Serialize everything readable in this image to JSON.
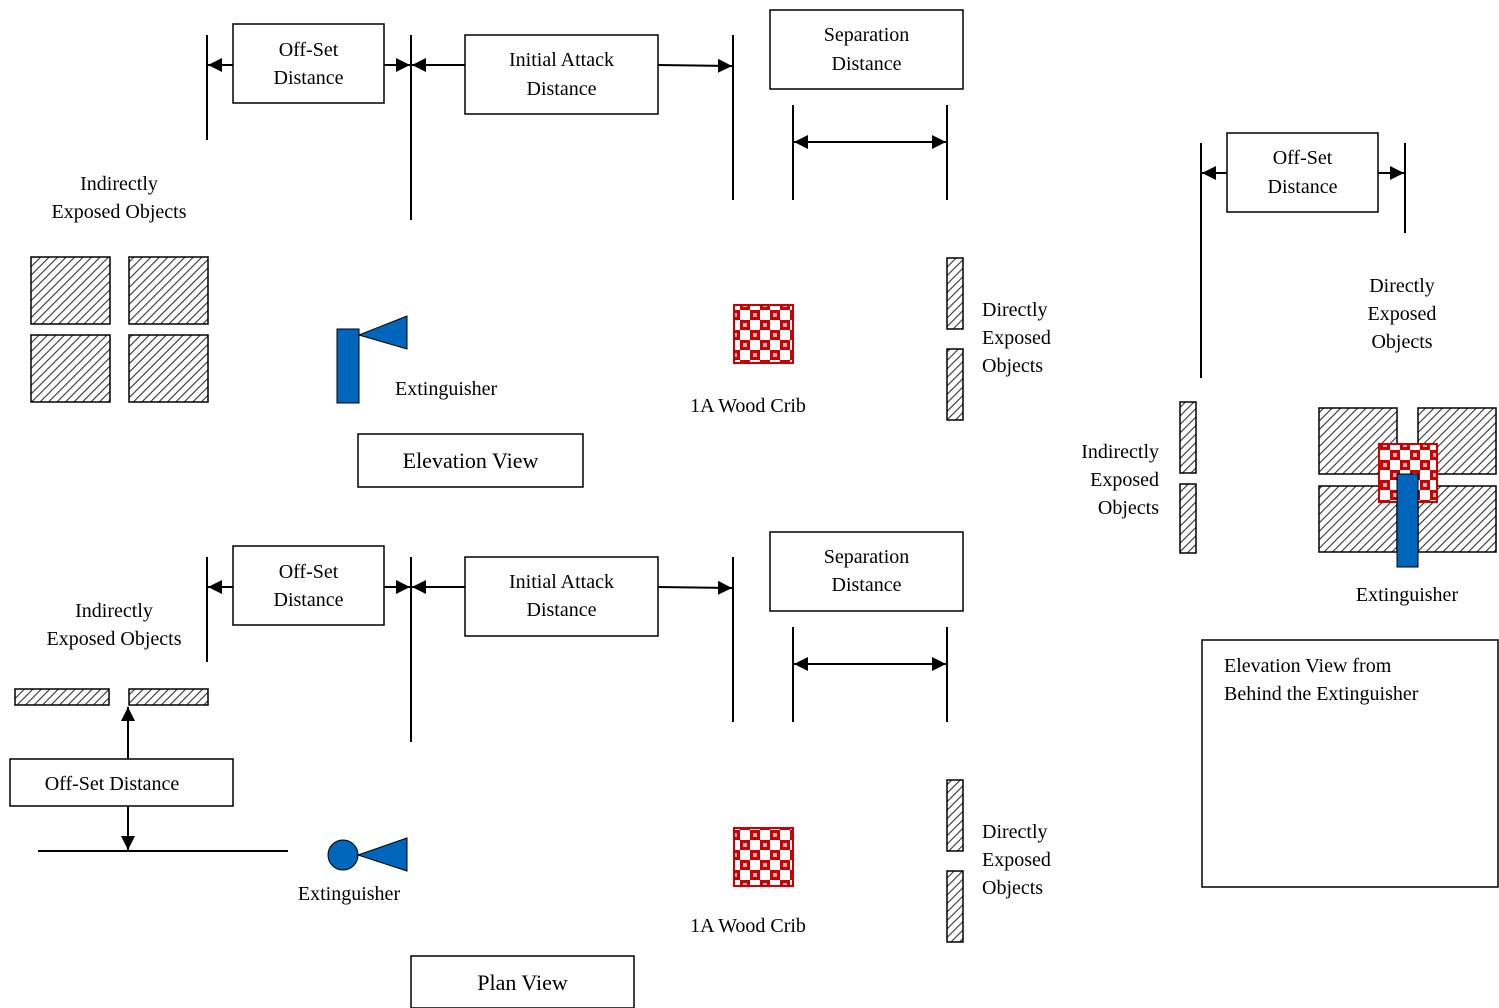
{
  "labels": {
    "offset_distance_line1": "Off-Set",
    "offset_distance_line2": "Distance",
    "initial_attack_line1": "Initial Attack",
    "initial_attack_line2": "Distance",
    "separation_line1": "Separation",
    "separation_line2": "Distance",
    "indirectly_line1": "Indirectly",
    "indirectly_line2": "Exposed Objects",
    "indirectly_exposed_objects": "Indirectly Exposed Objects",
    "directly": "Directly",
    "exposed": "Exposed",
    "objects": "Objects",
    "extinguisher": "Extinguisher",
    "wood_crib": "1A Wood Crib",
    "elevation_view": "Elevation View",
    "plan_view": "Plan View",
    "offset_distance_single": "Off-Set Distance",
    "indirectly": "Indirectly",
    "behind_line1": "Elevation View from",
    "behind_line2": "Behind the Extinguisher"
  },
  "colors": {
    "extinguisher": "#0066bb",
    "crib": "#cc0000",
    "hatch": "#000000"
  }
}
